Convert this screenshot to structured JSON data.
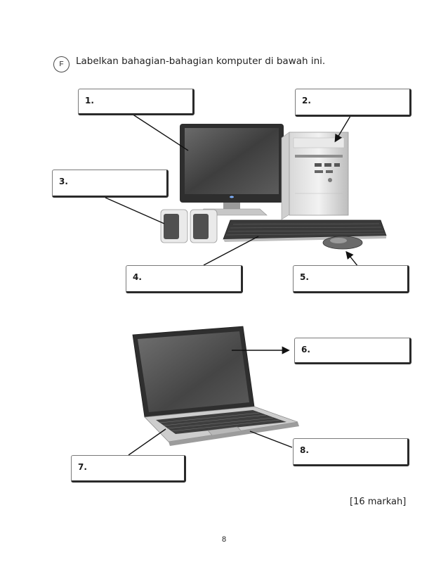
{
  "section": {
    "badge": "F",
    "instruction": "Labelkan bahagian-bahagian komputer di bawah ini."
  },
  "boxes": [
    {
      "num": "1."
    },
    {
      "num": "2."
    },
    {
      "num": "3."
    },
    {
      "num": "4."
    },
    {
      "num": "5."
    },
    {
      "num": "6."
    },
    {
      "num": "7."
    },
    {
      "num": "8."
    }
  ],
  "footer": {
    "total_marks": "[16 markah]",
    "page_number": "8"
  }
}
